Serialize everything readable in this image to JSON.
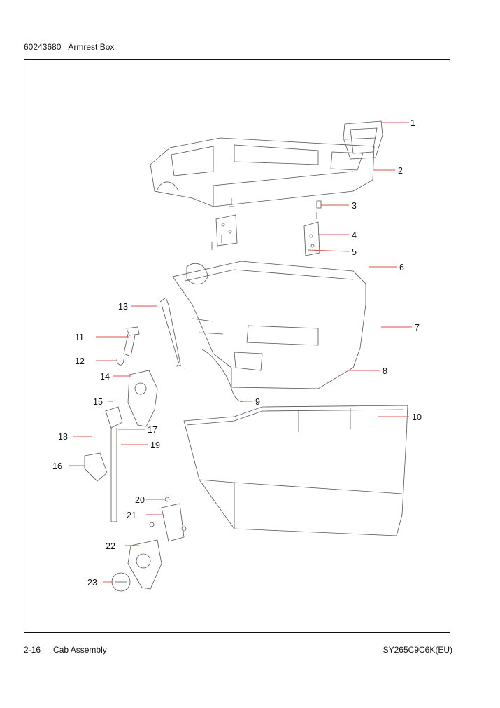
{
  "header": {
    "part_number": "60243680",
    "title": "Armrest Box"
  },
  "footer": {
    "page": "2-16",
    "section": "Cab Assembly",
    "model": "SY265C9C6K(EU)"
  },
  "callouts": [
    "1",
    "2",
    "3",
    "4",
    "5",
    "6",
    "7",
    "8",
    "9",
    "10",
    "11",
    "12",
    "13",
    "14",
    "15",
    "16",
    "17",
    "18",
    "19",
    "20",
    "21",
    "22",
    "23"
  ],
  "colors": {
    "leader": "#d9534f",
    "outline": "#555555",
    "frame": "#111111"
  }
}
